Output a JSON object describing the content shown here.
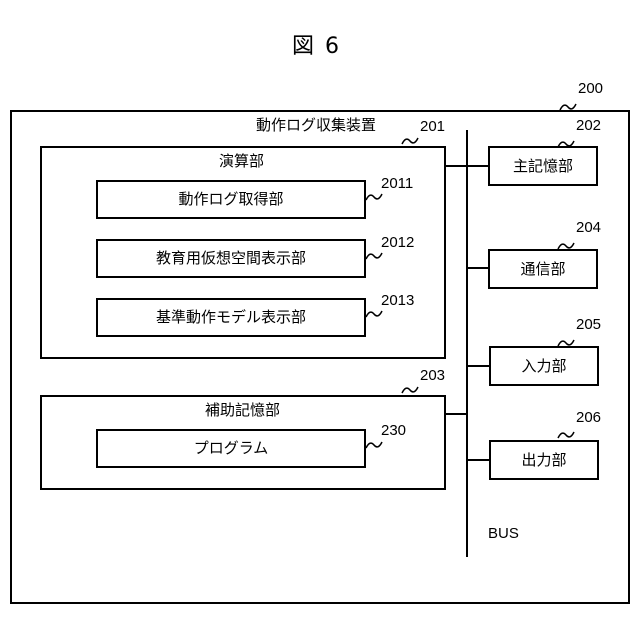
{
  "figure_title": "図 6",
  "device": {
    "label": "動作ログ収集装置",
    "ref": "200"
  },
  "cpu": {
    "label": "演算部",
    "ref": "201"
  },
  "cpu_units": [
    {
      "label": "動作ログ取得部",
      "ref": "2011"
    },
    {
      "label": "教育用仮想空間表示部",
      "ref": "2012"
    },
    {
      "label": "基準動作モデル表示部",
      "ref": "2013"
    }
  ],
  "aux_storage": {
    "label": "補助記憶部",
    "ref": "203"
  },
  "program": {
    "label": "プログラム",
    "ref": "230"
  },
  "main_memory": {
    "label": "主記憶部",
    "ref": "202"
  },
  "comm": {
    "label": "通信部",
    "ref": "204"
  },
  "input": {
    "label": "入力部",
    "ref": "205"
  },
  "output": {
    "label": "出力部",
    "ref": "206"
  },
  "bus": {
    "label": "BUS"
  }
}
